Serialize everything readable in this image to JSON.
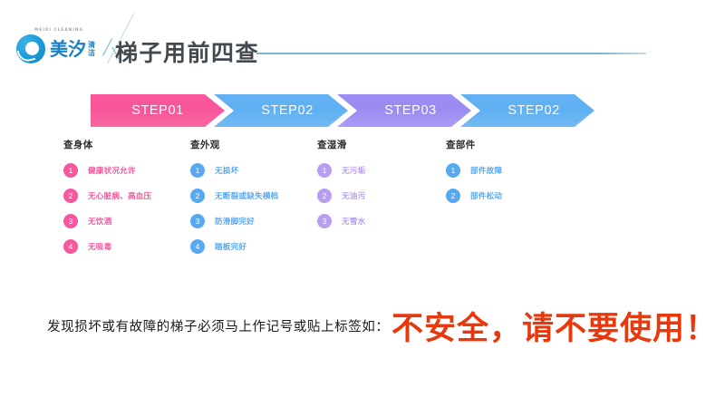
{
  "header": {
    "logo": {
      "icon": "meiyu-circle-logo",
      "brand_cn": "美汐",
      "brand_sub_top": "清",
      "brand_sub_bottom": "洁",
      "brand_en": "MEIXI CLEANING"
    },
    "title": "梯子用前四查"
  },
  "steps": [
    {
      "label": "STEP01",
      "color": "#f8559b"
    },
    {
      "label": "STEP02",
      "color": "#5fb0f2"
    },
    {
      "label": "STEP03",
      "color": "#9b8bf2"
    },
    {
      "label": "STEP02",
      "color": "#5fb0f2"
    }
  ],
  "columns": [
    {
      "heading": "查身体",
      "theme": "pink",
      "color": "#f6579e",
      "items": [
        {
          "num": "1",
          "label": "健康状况允许"
        },
        {
          "num": "2",
          "label": "无心脏病、高血压"
        },
        {
          "num": "3",
          "label": "无饮酒"
        },
        {
          "num": "4",
          "label": "无吸毒"
        }
      ]
    },
    {
      "heading": "查外观",
      "theme": "blue",
      "color": "#58a9ef",
      "items": [
        {
          "num": "1",
          "label": "无损坏"
        },
        {
          "num": "2",
          "label": "无断裂或缺失横档"
        },
        {
          "num": "3",
          "label": "防滑脚完好"
        },
        {
          "num": "4",
          "label": "踏板完好"
        }
      ]
    },
    {
      "heading": "查湿滑",
      "theme": "purple",
      "color": "#b79ef0",
      "items": [
        {
          "num": "1",
          "label": "无污垢"
        },
        {
          "num": "2",
          "label": "无油污"
        },
        {
          "num": "3",
          "label": "无雪水"
        }
      ]
    },
    {
      "heading": "查部件",
      "theme": "blue",
      "color": "#58a9ef",
      "items": [
        {
          "num": "1",
          "label": "部件故障"
        },
        {
          "num": "2",
          "label": "部件松动"
        }
      ]
    }
  ],
  "footer": {
    "note": "发现损坏或有故障的梯子必须马上作记号或贴上标签如：",
    "warning": "不安全，请不要使用！",
    "warning_color": "#e8380d"
  }
}
